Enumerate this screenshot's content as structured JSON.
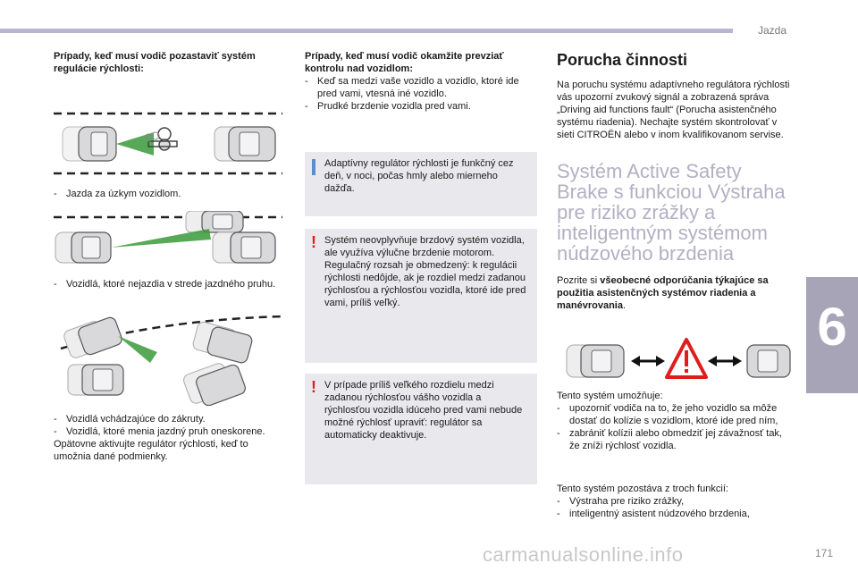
{
  "header": {
    "section": "Jazda",
    "chapter": "6",
    "page_number": "171"
  },
  "col1": {
    "heading": "Prípady, keď musí vodič pozastaviť systém regulácie rýchlosti:",
    "case1": "Jazda za úzkym vozidlom.",
    "case2": "Vozidlá, ktoré nejazdia v strede jazdného pruhu.",
    "case3a": "Vozidlá vchádzajúce do zákruty.",
    "case3b": "Vozidlá, ktoré menia jazdný pruh oneskorene.",
    "closing": "Opätovne aktivujte regulátor rýchlosti, keď to umožnia dané podmienky."
  },
  "col2": {
    "heading": "Prípady, keď musí vodič okamžite prevziať kontrolu nad vozidlom:",
    "bullets": [
      "Keď sa medzi vaše vozidlo a vozidlo, ktoré ide pred vami, vtesná iné vozidlo.",
      "Prudké brzdenie vozidla pred vami."
    ],
    "note_info": "Adaptívny regulátor rýchlosti je funkčný cez deň, v noci, počas hmly alebo mierneho dažďa.",
    "note_warn1a": "Systém neovplyvňuje brzdový systém vozidla, ale využíva výlučne brzdenie motorom.",
    "note_warn1b": "Regulačný rozsah je obmedzený: k regulácii rýchlosti nedôjde, ak je rozdiel medzi zadanou rýchlosťou a rýchlosťou vozidla, ktoré ide pred vami, príliš veľký.",
    "note_warn2": "V prípade príliš veľkého rozdielu medzi zadanou rýchlosťou vášho vozidla a rýchlosťou vozidla idúceho pred vami nebude možné rýchlosť upraviť: regulátor sa automaticky deaktivuje."
  },
  "col3": {
    "fault_heading": "Porucha činnosti",
    "fault_text": "Na poruchu systému adaptívneho regulátora rýchlosti vás upozorní zvukový signál a zobrazená správa „Driving aid functions fault“ (Porucha asistenčného systému riadenia). Nechajte systém skontrolovať v sieti CITROËN alebo v inom kvalifikovanom servise.",
    "system_heading_lines": [
      "Systém Active Safety",
      "Brake s funkciou Výstraha",
      "pre riziko zrážky a",
      "inteligentným systémom",
      "núdzového brzdenia"
    ],
    "refer_prefix": "Pozrite si ",
    "refer_bold": "všeobecné odporúčania týkajúce sa použitia asistenčných systémov riadenia a manévrovania",
    "refer_suffix": ".",
    "enables_label": "Tento systém umožňuje:",
    "enables": [
      "upozorniť vodiča na to, že jeho vozidlo sa môže dostať do kolízie s vozidlom, ktoré ide pred ním,",
      "zabrániť kolízii alebo obmedziť jej závažnosť tak, že zníži rýchlosť vozidla."
    ],
    "consists_label": "Tento systém pozostáva z troch funkcií:",
    "functions": [
      "Výstraha pre riziko zrážky,",
      "inteligentný asistent núdzového brzdenia,"
    ]
  },
  "watermark": "carmanualsonline.info",
  "colors": {
    "accent": "#b2b0c3",
    "chapter_tab": "#a7a4b8",
    "note_bg": "#e9e9ed",
    "warning": "#e01d1d",
    "info": "#5a8ed0",
    "radar": "#3a9a3a"
  },
  "icons": [
    "car-icon",
    "motorcycle-icon",
    "warning-triangle-icon",
    "double-arrow-icon"
  ]
}
